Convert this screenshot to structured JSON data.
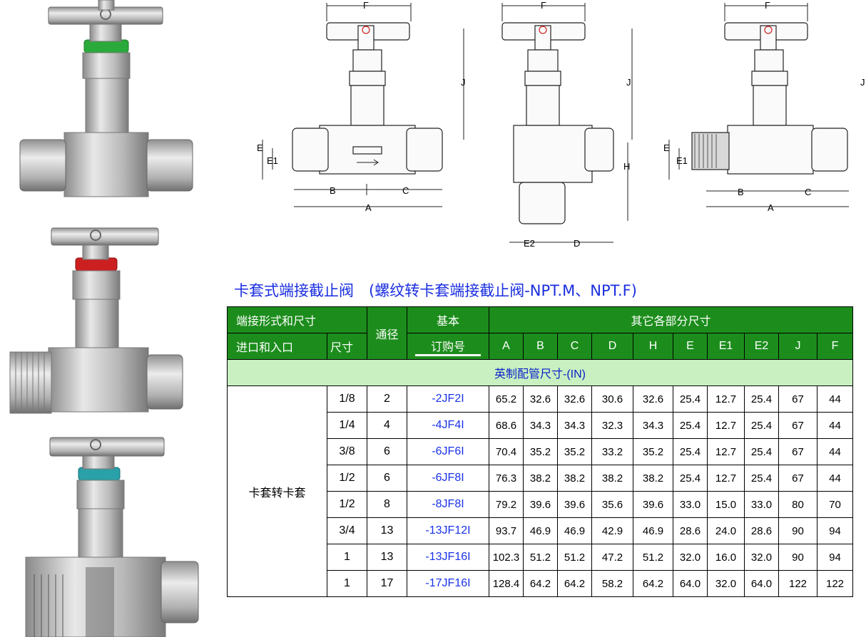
{
  "diagram_labels": {
    "d1": {
      "F": "F",
      "J": "J",
      "E": "E",
      "E1": "E1",
      "B": "B",
      "C": "C",
      "A": "A"
    },
    "d2": {
      "F": "F",
      "J": "J",
      "H": "H",
      "E2": "E2",
      "D": "D"
    },
    "d3": {
      "F": "F",
      "J": "J",
      "E": "E",
      "E1": "E1",
      "B": "B",
      "C": "C",
      "A": "A"
    }
  },
  "title": "卡套式端接截止阀　(螺纹转卡套端接截止阀-NPT.M、NPT.F)",
  "table": {
    "h_conn": "端接形式和尺寸",
    "h_bore": "通径",
    "h_base1": "基本",
    "h_base2": "订购号",
    "h_other": "其它各部分尺寸",
    "h_inlet": "进口和入口",
    "h_size": "尺寸",
    "cols": [
      "A",
      "B",
      "C",
      "D",
      "H",
      "E",
      "E1",
      "E2",
      "J",
      "F"
    ],
    "section": "英制配管尺寸-(IN)",
    "group_label": "卡套转卡套",
    "rows": [
      {
        "size": "1/8",
        "bore": "2",
        "model": "-2JF2I",
        "vals": [
          "65.2",
          "32.6",
          "32.6",
          "30.6",
          "32.6",
          "25.4",
          "12.7",
          "25.4",
          "67",
          "44"
        ]
      },
      {
        "size": "1/4",
        "bore": "4",
        "model": "-4JF4I",
        "vals": [
          "68.6",
          "34.3",
          "34.3",
          "32.3",
          "34.3",
          "25.4",
          "12.7",
          "25.4",
          "67",
          "44"
        ]
      },
      {
        "size": "3/8",
        "bore": "6",
        "model": "-6JF6I",
        "vals": [
          "70.4",
          "35.2",
          "35.2",
          "33.2",
          "35.2",
          "25.4",
          "12.7",
          "25.4",
          "67",
          "44"
        ]
      },
      {
        "size": "1/2",
        "bore": "6",
        "model": "-6JF8I",
        "vals": [
          "76.3",
          "38.2",
          "38.2",
          "38.2",
          "38.2",
          "25.4",
          "12.7",
          "25.4",
          "67",
          "44"
        ]
      },
      {
        "size": "1/2",
        "bore": "8",
        "model": "-8JF8I",
        "vals": [
          "79.2",
          "39.6",
          "39.6",
          "35.6",
          "39.6",
          "33.0",
          "15.0",
          "33.0",
          "80",
          "70"
        ]
      },
      {
        "size": "3/4",
        "bore": "13",
        "model": "-13JF12I",
        "vals": [
          "93.7",
          "46.9",
          "46.9",
          "42.9",
          "46.9",
          "28.6",
          "24.0",
          "28.6",
          "90",
          "94"
        ]
      },
      {
        "size": "1",
        "bore": "13",
        "model": "-13JF16I",
        "vals": [
          "102.3",
          "51.2",
          "51.2",
          "47.2",
          "51.2",
          "32.0",
          "16.0",
          "32.0",
          "90",
          "94"
        ]
      },
      {
        "size": "1",
        "bore": "17",
        "model": "-17JF16I",
        "vals": [
          "128.4",
          "64.2",
          "64.2",
          "58.2",
          "64.2",
          "64.0",
          "32.0",
          "64.0",
          "122",
          "122"
        ]
      }
    ]
  }
}
